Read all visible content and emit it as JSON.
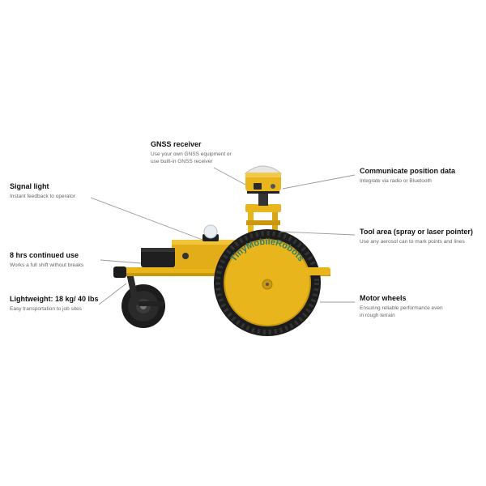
{
  "brand_text": "TinyMobileRobots",
  "colors": {
    "body_yellow": "#e8b51c",
    "dark_yellow": "#b98a0c",
    "tire_black": "#1c1c1c",
    "leader_line": "#9a9a9a",
    "title_text": "#111111",
    "desc_text": "#666666"
  },
  "callouts": {
    "gnss": {
      "title": "GNSS receiver",
      "desc_lines": [
        "Use your own GNSS equipment or",
        "use built-in GNSS receiver"
      ]
    },
    "communicate": {
      "title": "Communicate position data",
      "desc_lines": [
        "Integrate via radio or Bluetooth"
      ]
    },
    "signal": {
      "title": "Signal light",
      "desc_lines": [
        "Instant feedback to operator"
      ]
    },
    "tool": {
      "title": "Tool area (spray or laser pointer)",
      "desc_lines": [
        "Use any aerosol can to mark points and lines"
      ]
    },
    "hours": {
      "title": "8 hrs continued use",
      "desc_lines": [
        "Works a full shift without breaks"
      ]
    },
    "weight": {
      "title": "Lightweight: 18 kg/ 40 lbs",
      "desc_lines": [
        "Easy transportation to job sites"
      ]
    },
    "motor": {
      "title": "Motor wheels",
      "desc_lines": [
        "Ensuring reliable performance even",
        "in rough terrain"
      ]
    }
  }
}
